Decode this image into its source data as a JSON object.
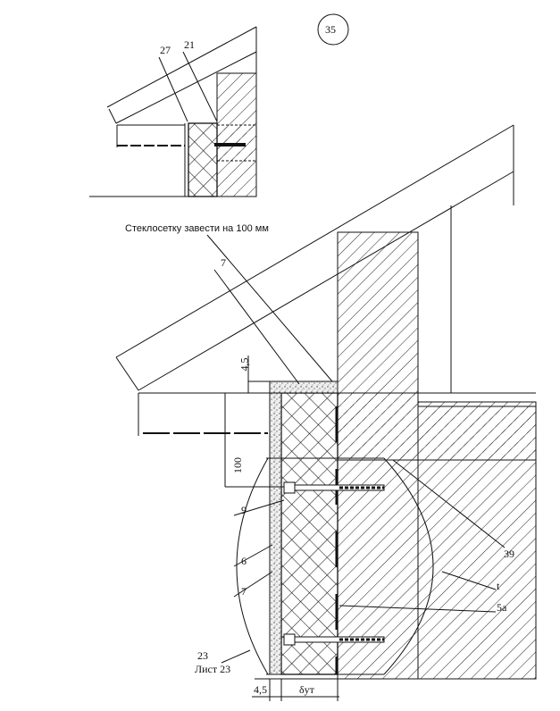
{
  "drawing": {
    "detail_number": "35",
    "note": "Стеклосетку завести на 100 мм",
    "inset_labels": {
      "a": "27",
      "b": "21"
    },
    "labels": {
      "mesh": "7",
      "dowel": "9",
      "plaster_base": "6",
      "plaster_finish": "7",
      "ref_number": "23",
      "ref_sheet": "Лист 23",
      "ceiling": "39",
      "wall": "t",
      "insulation": "5а"
    },
    "dimensions": {
      "top_thickness": "4,5",
      "overlap": "100",
      "bottom_thickness": "4,5",
      "insulation_thickness": "δут"
    }
  }
}
